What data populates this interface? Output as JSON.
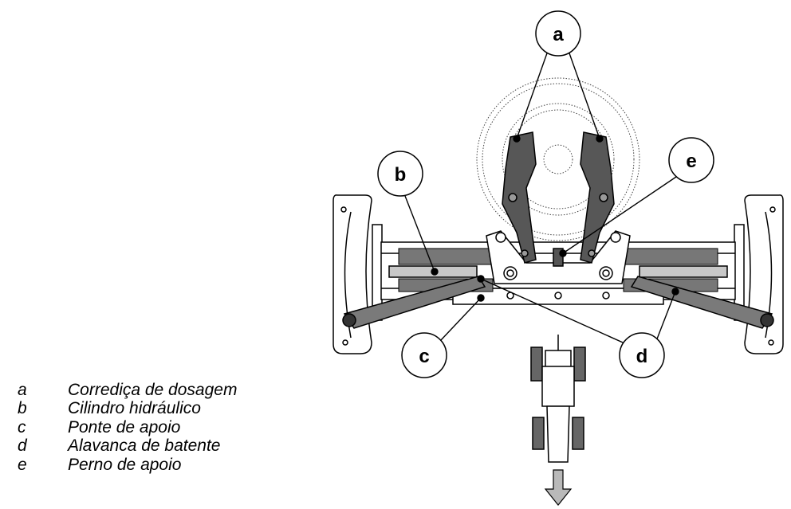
{
  "callouts": [
    "a",
    "b",
    "c",
    "d",
    "e"
  ],
  "legend": [
    {
      "key": "a",
      "text": "Corrediça de dosagem"
    },
    {
      "key": "b",
      "text": "Cilindro hidráulico"
    },
    {
      "key": "c",
      "text": "Ponte de apoio"
    },
    {
      "key": "d",
      "text": "Alavanca de batente"
    },
    {
      "key": "e",
      "text": "Perno de apoio"
    }
  ],
  "colors": {
    "dark_gray": "#555555",
    "mid_gray": "#7a7a7a",
    "light_gray": "#c8c8c8",
    "arrow": "#b9b9b9"
  }
}
